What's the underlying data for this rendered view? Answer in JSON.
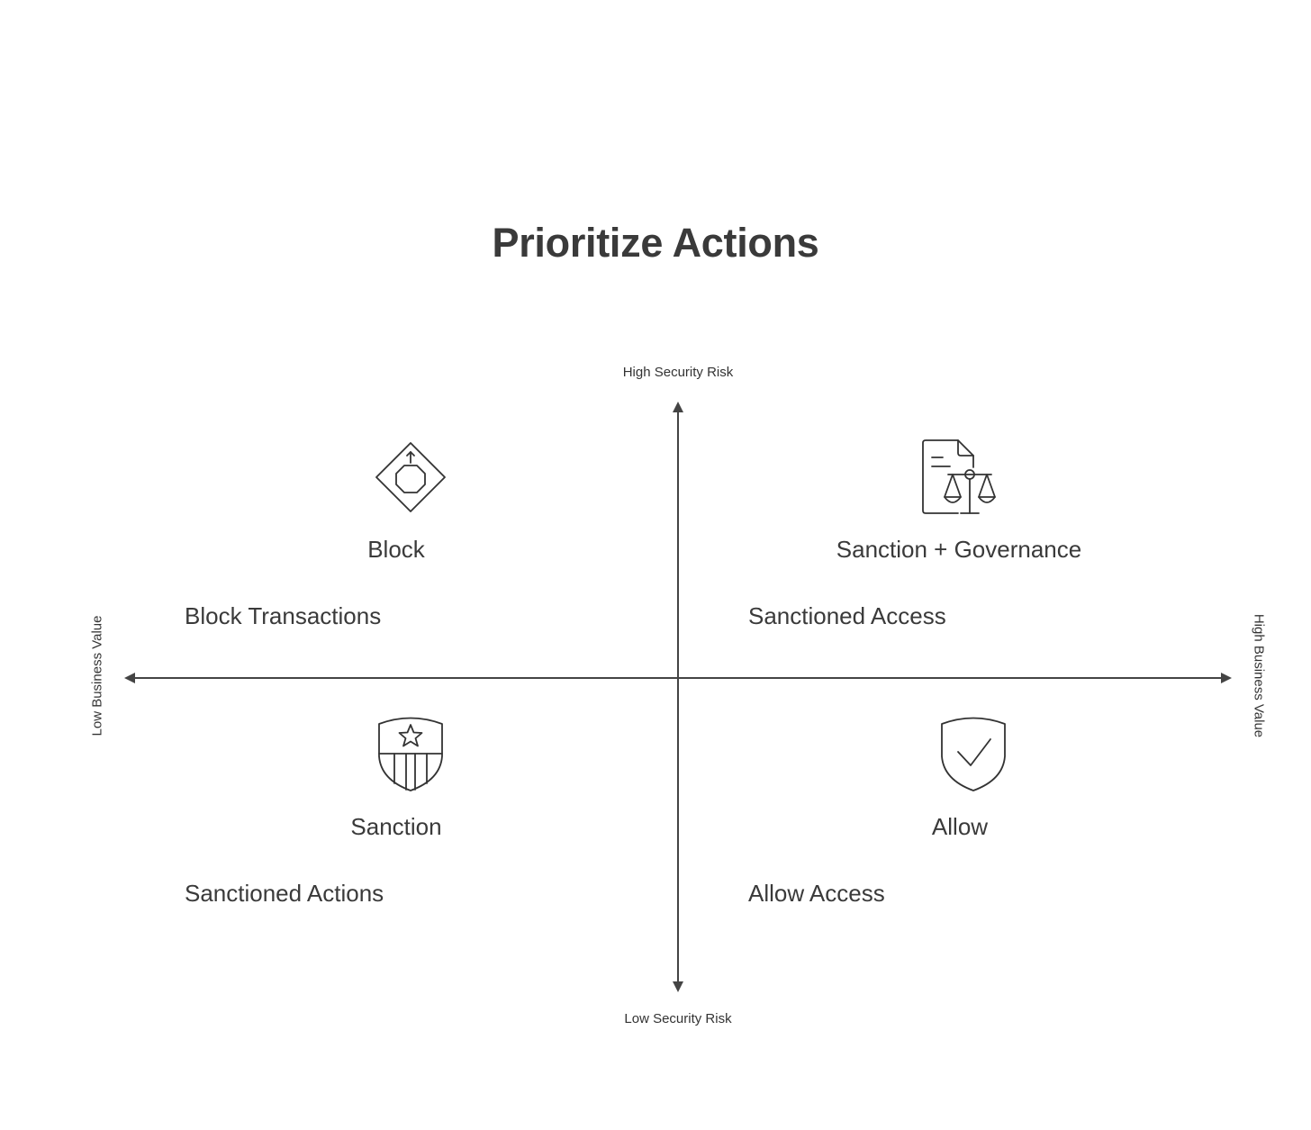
{
  "title": "Prioritize Actions",
  "axes": {
    "top": "High Security Risk",
    "bottom": "Low Security Risk",
    "left": "Low Business Value",
    "right": "High Business Value"
  },
  "quadrants": {
    "top_left": {
      "title": "Block",
      "description": "Block Transactions",
      "icon": "stop-sign-diamond-icon"
    },
    "top_right": {
      "title": "Sanction + Governance",
      "description": "Sanctioned Access",
      "icon": "document-scales-icon"
    },
    "bottom_left": {
      "title": "Sanction",
      "description": "Sanctioned Actions",
      "icon": "star-shield-icon"
    },
    "bottom_right": {
      "title": "Allow",
      "description": "Allow Access",
      "icon": "shield-check-icon"
    }
  },
  "colors": {
    "text": "#3a3a3a",
    "axis": "#444444",
    "background": "#ffffff"
  }
}
